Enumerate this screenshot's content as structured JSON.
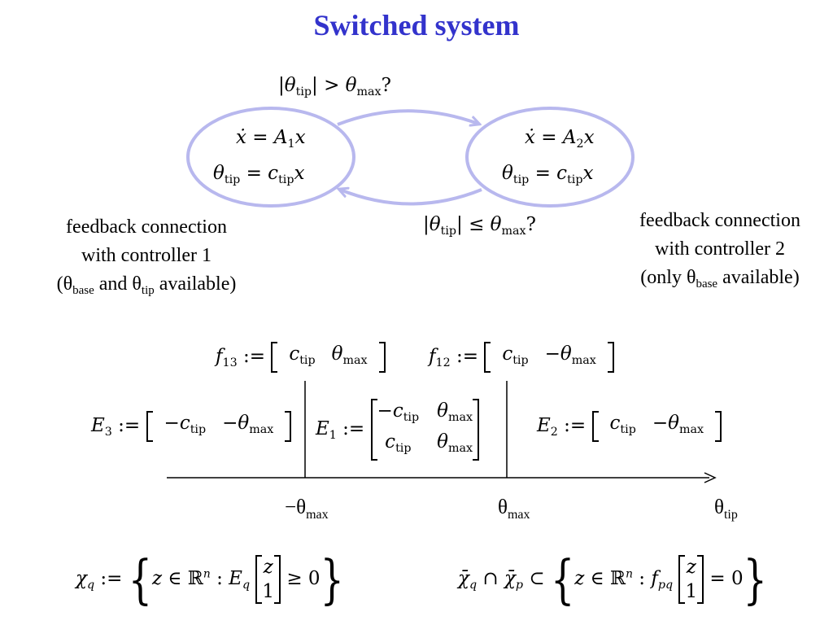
{
  "title": "Switched system",
  "transition_top": "|θtip| > θmax?",
  "transition_bottom": "|θtip| ≤ θmax?",
  "mode1": {
    "eq1": "ẋ = A1x",
    "eq2": "θtip = ctipx"
  },
  "mode2": {
    "eq1": "ẋ = A2x",
    "eq2": "θtip = ctipx"
  },
  "caption_left": {
    "line1": "feedback connection",
    "line2": "with controller 1",
    "line3_a": "(θ",
    "line3_s1": "base",
    "line3_b": " and θ",
    "line3_s2": "tip",
    "line3_c": " available)"
  },
  "caption_right": {
    "line1": "feedback connection",
    "line2": "with controller 2",
    "line3_a": "(only θ",
    "line3_s1": "base",
    "line3_b": " available)"
  },
  "f13": "f13 := [ctip  θmax]",
  "f12": "f12 := [ctip  −θmax]",
  "E3": "E3 := [−ctip  −θmax]",
  "E1": "E1 := [[−ctip θmax],[ctip θmax]]",
  "E2": "E2 := [ctip  −θmax]",
  "axis": {
    "neg_label_a": "−θ",
    "neg_label_s": "max",
    "pos_label_a": "θ",
    "pos_label_s": "max",
    "axis_label_a": "θ",
    "axis_label_s": "tip"
  },
  "chi_q": "χq := {z ∈ ℝn : Eq [z;1] ≥ 0}",
  "chi_bar": "χ̄q ∩ χ̄p ⊂ {z ∈ ℝn : fpq [z;1] = 0}",
  "colors": {
    "title": "#3333cc",
    "ellipse": "#b8b8ee",
    "arrow": "#b8b8ee"
  }
}
